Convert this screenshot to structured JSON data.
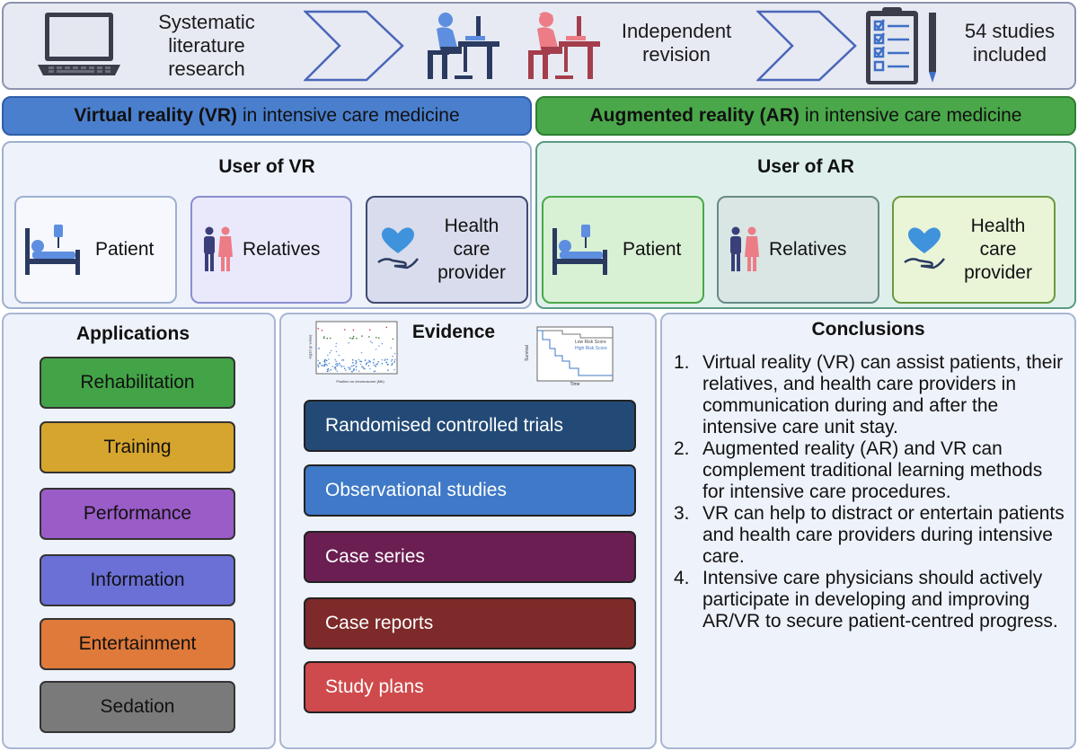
{
  "workflow": {
    "step1": "Systematic literature research",
    "step2": "Independent revision",
    "step3": "54 studies included"
  },
  "banners": {
    "vr_bold": "Virtual reality (VR)",
    "vr_rest": "in intensive care medicine",
    "ar_bold": "Augmented reality (AR)",
    "ar_rest": "in intensive care medicine"
  },
  "users_vr": {
    "title": "User of VR",
    "patient": "Patient",
    "relatives": "Relatives",
    "provider": "Health care provider"
  },
  "users_ar": {
    "title": "User of AR",
    "patient": "Patient",
    "relatives": "Relatives",
    "provider": "Health care provider"
  },
  "applications": {
    "title": "Applications",
    "items": [
      "Rehabilitation",
      "Training",
      "Performance",
      "Information",
      "Entertainment",
      "Sedation"
    ],
    "colors": [
      "#43a447",
      "#d6a52e",
      "#9a5cc7",
      "#6b70d6",
      "#df7a3a",
      "#7a7a7a"
    ]
  },
  "evidence": {
    "title": "Evidence",
    "items": [
      "Randomised controlled trials",
      "Observational studies",
      "Case series",
      "Case reports",
      "Study plans"
    ],
    "colors": [
      "#234a76",
      "#3f79c7",
      "#6b1e52",
      "#7e2a2a",
      "#cf4a4c"
    ],
    "manhattan_xlabel": "Position on chromosome (Mb)",
    "manhattan_ylabel": "-log10 (p value)",
    "km_xlabel": "Time",
    "km_ylabel": "Survival",
    "km_low": "Low Risk Score",
    "km_high": "High Risk Score"
  },
  "conclusions": {
    "title": "Conclusions",
    "items": [
      {
        "num": "1.",
        "text": "Virtual reality (VR) can assist patients, their relatives, and health care providers in communication during and after the intensive care unit stay."
      },
      {
        "num": "2.",
        "text": "Augmented reality (AR) and VR can complement traditional learning methods for intensive care procedures."
      },
      {
        "num": "3.",
        "text": "VR can help to distract or entertain patients and health care providers during intensive care."
      },
      {
        "num": "4.",
        "text": "Intensive care physicians should actively participate in developing and improving AR/VR to secure patient-centred progress."
      }
    ]
  }
}
